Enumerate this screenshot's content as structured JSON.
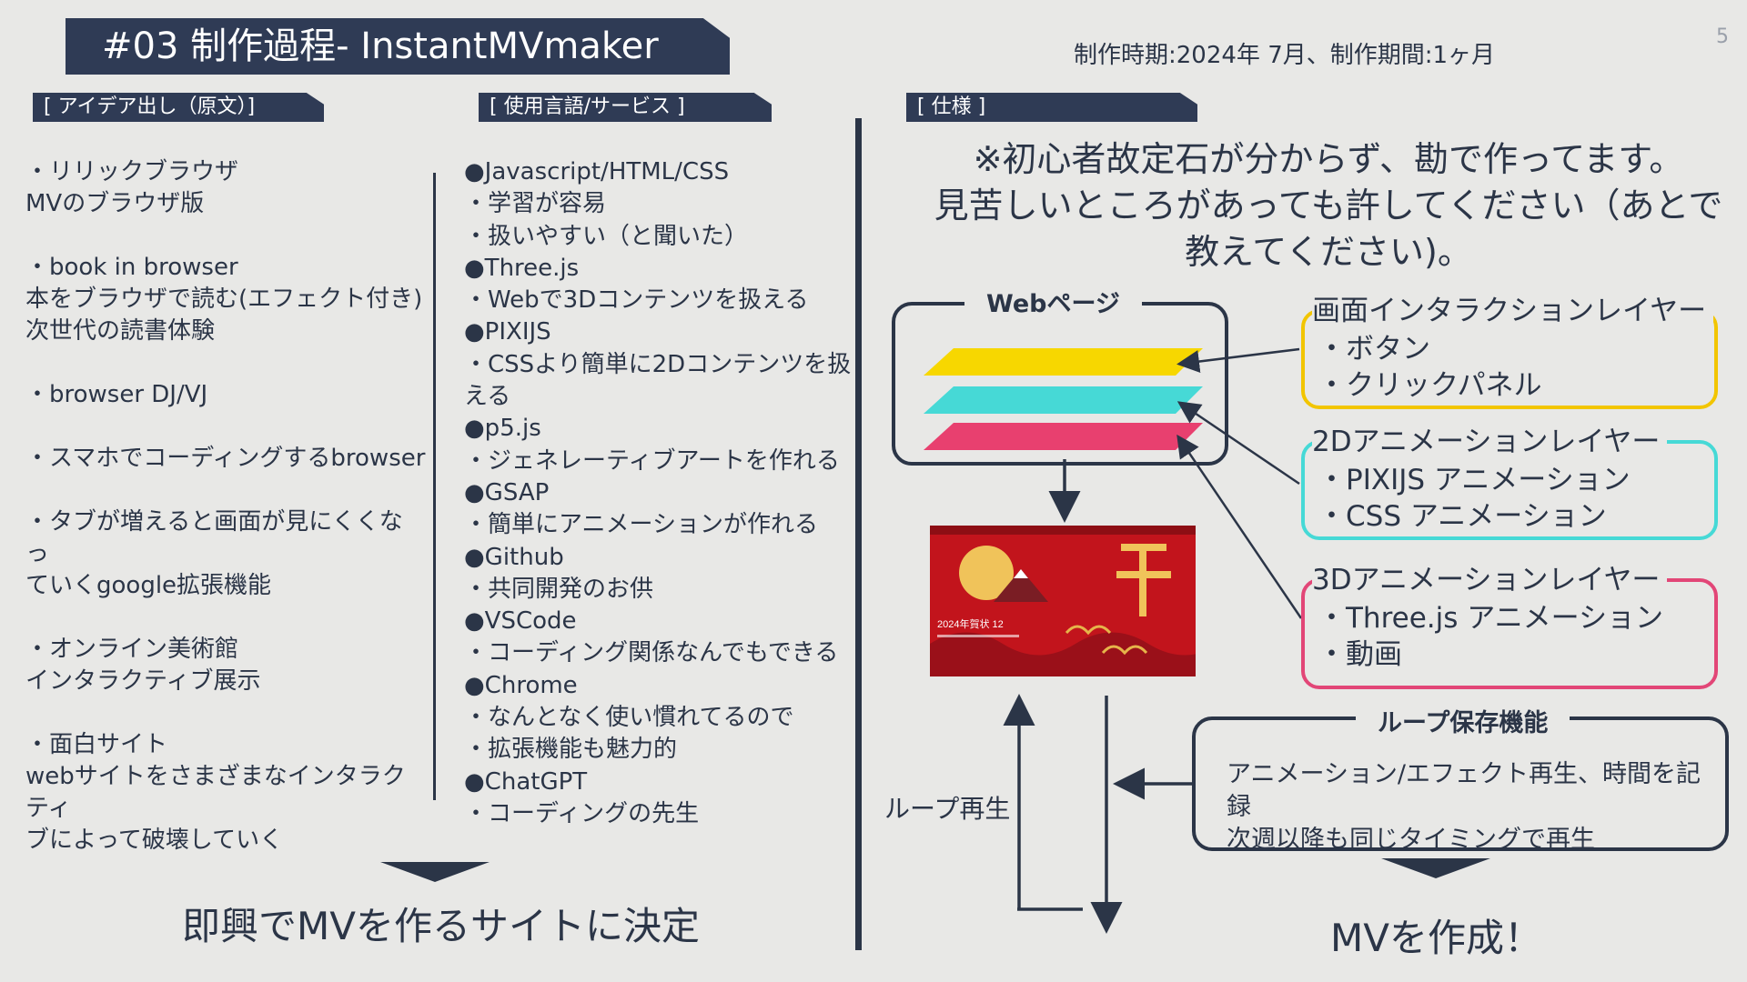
{
  "header": {
    "title": "#03 制作過程- InstantMVmaker",
    "meta": "制作時期:2024年 7月、制作期間:1ヶ月",
    "page_number": "5"
  },
  "sections": {
    "ideas_label": "[ アイデア出し（原文）]",
    "langs_label": "[ 使用言語/サービス ]",
    "spec_label": "[ 仕様 ]"
  },
  "ideas": [
    [
      "・リリックブラウザ",
      "MVのブラウザ版"
    ],
    [
      "・book in browser",
      "本をブラウザで読む(エフェクト付き)",
      "次世代の読書体験"
    ],
    [
      "・browser DJ/VJ"
    ],
    [
      "・スマホでコーディングするbrowser"
    ],
    [
      "・タブが増えると画面が見にくくなっ",
      "ていくgoogle拡張機能"
    ],
    [
      "・オンライン美術館",
      "インタラクティブ展示"
    ],
    [
      "・面白サイト",
      "webサイトをさまざまなインタラクティ",
      "ブによって破壊していく"
    ]
  ],
  "langs": [
    "●Javascript/HTML/CSS",
    "・学習が容易",
    "・扱いやすい（と聞いた）",
    "●Three.js",
    "・Webで3Dコンテンツを扱える",
    "●PIXIJS",
    "・CSSより簡単に2Dコンテンツを扱",
    "える",
    "●p5.js",
    "・ジェネレーティブアートを作れる",
    "●GSAP",
    "・簡単にアニメーションが作れる",
    "●Github",
    "・共同開発のお供",
    "●VSCode",
    "・コーディング関係なんでもできる",
    "●Chrome",
    "・なんとなく使い慣れてるので",
    "・拡張機能も魅力的",
    "●ChatGPT",
    "・コーディングの先生"
  ],
  "decision": "即興でMVを作るサイトに決定",
  "spec": {
    "note_lines": [
      "※初心者故定石が分からず、勘で作ってます。",
      "見苦しいところがあっても許してください（あとで",
      "教えてください)。"
    ],
    "webpage_label": "Webページ",
    "layer_colors": [
      "#f7d700",
      "#46d9d6",
      "#e8406f"
    ],
    "layers": [
      {
        "title": "画面インタラクションレイヤー",
        "items": [
          "・ボタン",
          "・クリックパネル"
        ],
        "color": "#f2c500"
      },
      {
        "title": "2Dアニメーションレイヤー",
        "items": [
          "・PIXIJS アニメーション",
          "・CSS アニメーション"
        ],
        "color": "#46d9d6"
      },
      {
        "title": "3Dアニメーションレイヤー",
        "items": [
          "・Three.js アニメーション",
          "・動画"
        ],
        "color": "#e24677"
      }
    ],
    "thumbnail_caption": "2024年賀状 12",
    "loop_label": "ループ保存機能",
    "loop_lines": [
      "アニメーション/エフェクト再生、時間を記録",
      "次週以降も同じタイミングで再生"
    ],
    "loop_play": "ループ再生",
    "create": "MVを作成！"
  }
}
